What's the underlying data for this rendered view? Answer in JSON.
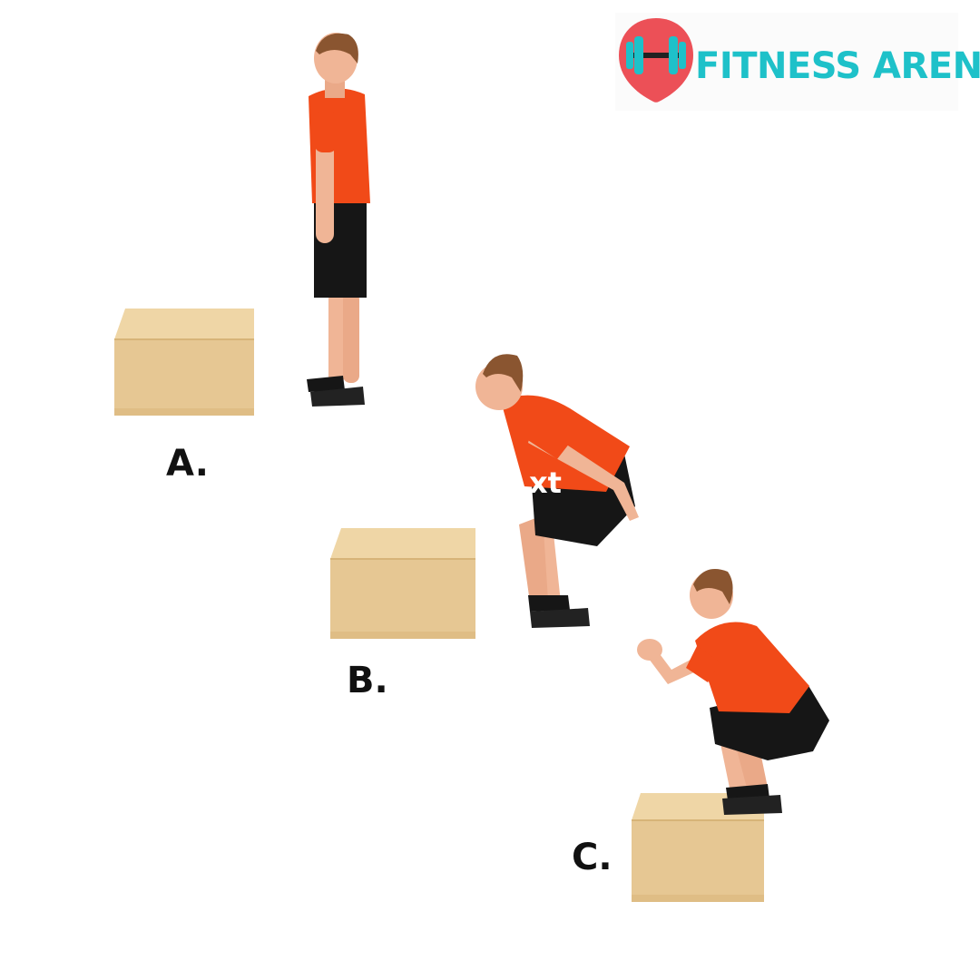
{
  "brand": {
    "name": "FITNESS ARENA",
    "icon": "dumbbell-pin-icon",
    "colors": {
      "pin": "#ec5057",
      "dumbbell": "#1ec1c9",
      "text": "#1ec1c9"
    }
  },
  "steps": [
    {
      "label": "A.",
      "pose": "standing-beside-box"
    },
    {
      "label": "B.",
      "pose": "squat-arms-back"
    },
    {
      "label": "C.",
      "pose": "landing-on-box"
    }
  ],
  "overlay_text": "xt",
  "colors": {
    "shirt": "#f14a18",
    "shorts": "#161616",
    "skin": "#f0b596",
    "hair": "#8a5530",
    "box": "#e6c793",
    "box_top": "#efd6a6",
    "box_shade": "#d7b478"
  }
}
